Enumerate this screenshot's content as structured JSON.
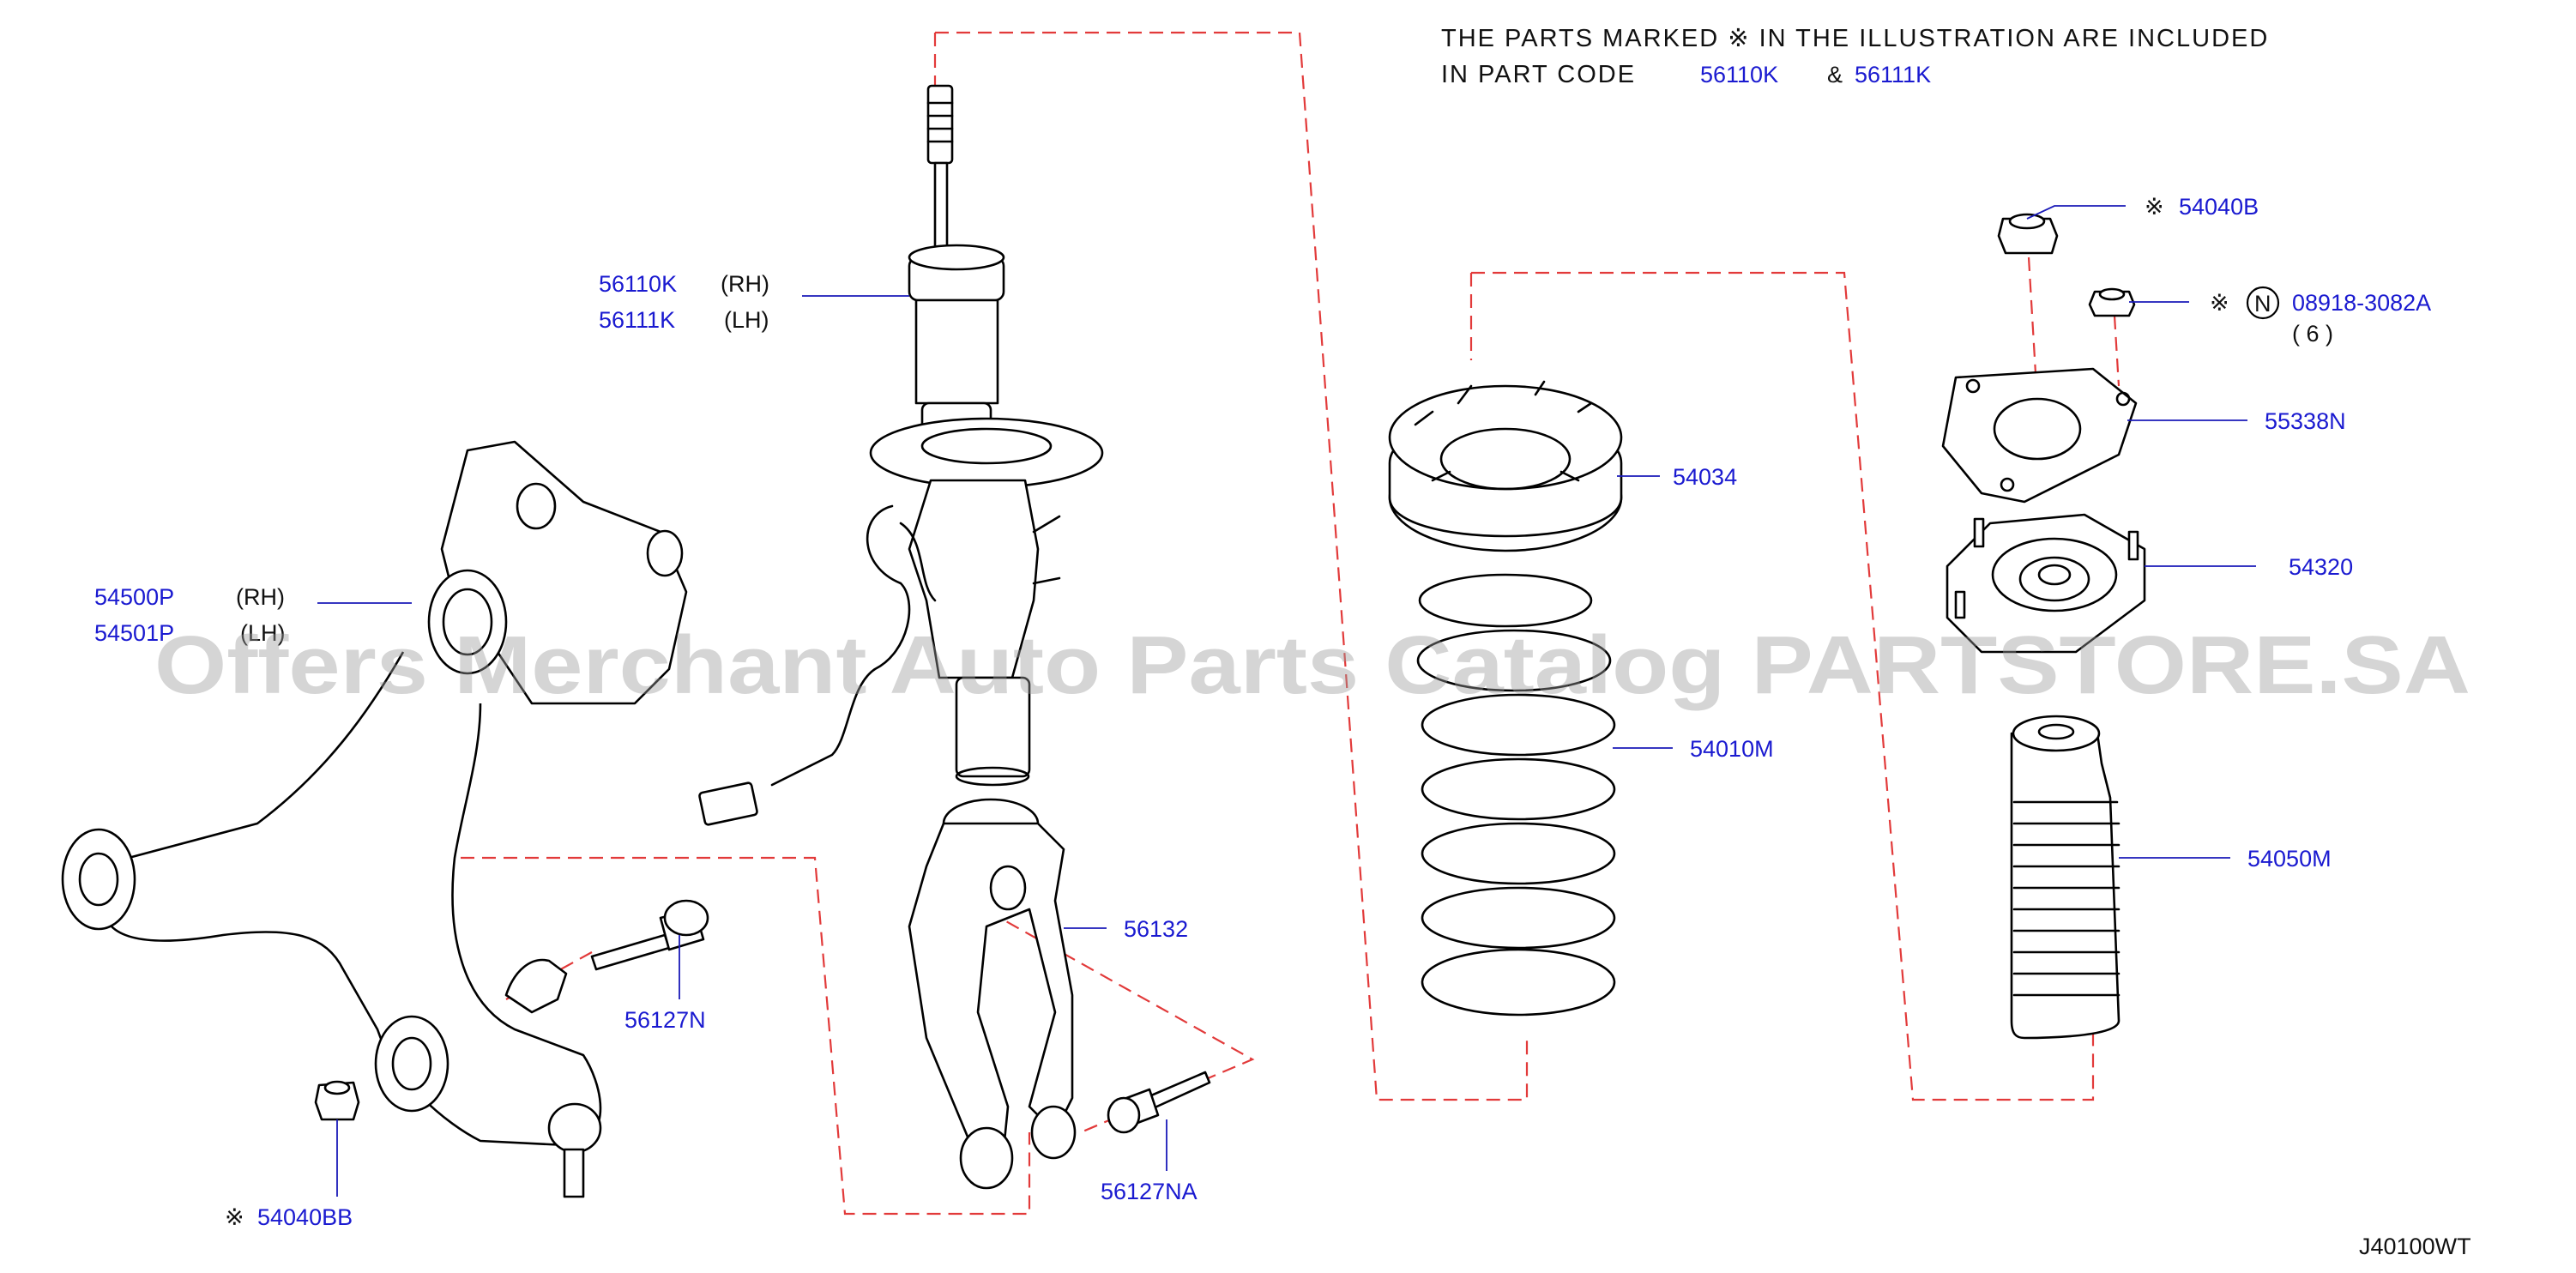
{
  "note": {
    "line1": "THE   PARTS   MARKED       ※   IN  THE  ILLUSTRATION  ARE  INCLUDED",
    "line2_prefix": "IN   PART   CODE",
    "code1": "56110K",
    "amp": "&",
    "code2": "56111K"
  },
  "labels": {
    "p56110k": "56110K",
    "rh": "(RH)",
    "p56111k": "56111K",
    "lh": "(LH)",
    "p54500p": "54500P",
    "rh2": "(RH)",
    "p54501p": "54501P",
    "lh2": "(LH)",
    "p54034": "54034",
    "p54010m": "54010M",
    "p54040b": "54040B",
    "p08918": "08918-3082A",
    "qty6": "( 6 )",
    "p55338n": "55338N",
    "p54320": "54320",
    "p54050m": "54050M",
    "p56132": "56132",
    "p56127n": "56127N",
    "p56127na": "56127NA",
    "p54040bb": "54040BB"
  },
  "markers": {
    "ref": "※",
    "n_circle": "N"
  },
  "diagram_code": "J40100WT",
  "watermark": "Offers Merchant Auto Parts Catalog PARTSTORE.SA",
  "colors": {
    "part_number": "#1a1ad0",
    "text": "#111111",
    "leader": "#1a1ab8",
    "dashed_group": "#e23a3a",
    "watermark": "#9a9a9a"
  }
}
